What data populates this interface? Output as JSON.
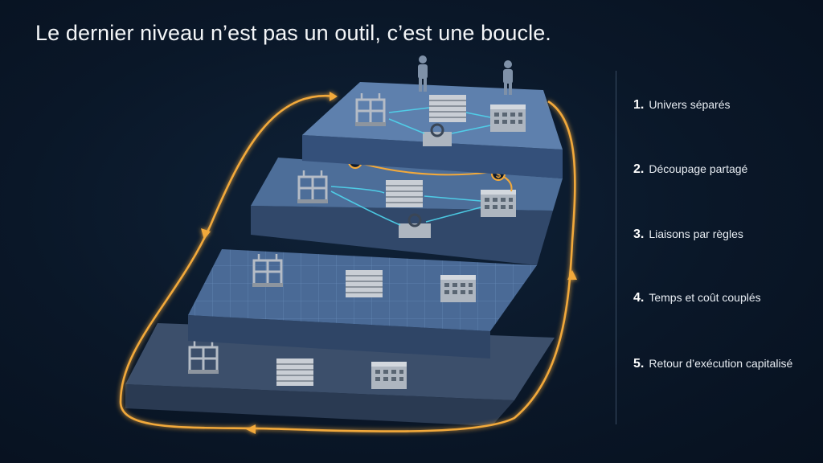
{
  "title": "Le dernier niveau n’est pas un outil, c’est une boucle.",
  "steps": [
    {
      "num": "1.",
      "label": "Univers séparés"
    },
    {
      "num": "2.",
      "label": "Découpage partagé"
    },
    {
      "num": "3.",
      "label": "Liaisons par règles"
    },
    {
      "num": "4.",
      "label": "Temps et coût couplés"
    },
    {
      "num": "5.",
      "label": "Retour d’exécution capitalisé"
    }
  ],
  "icons": {
    "clock": "clock-icon",
    "dollar": "dollar-icon",
    "gear": "gear-icon",
    "person": "person-icon",
    "building": "building-icon"
  },
  "colors": {
    "loop": "#f2a93b",
    "link": "#4fd6ee",
    "tier": "#4c6d96"
  }
}
